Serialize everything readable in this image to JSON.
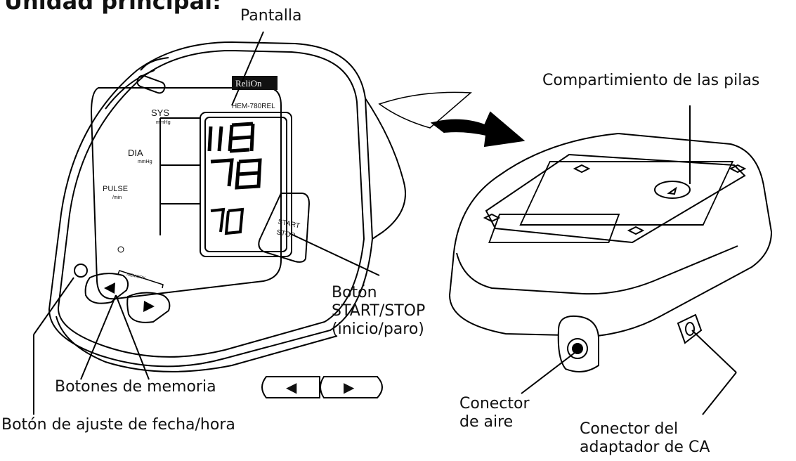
{
  "title": "Unidad principal:",
  "labels": {
    "display": "Pantalla",
    "battery": "Compartimiento de las pilas",
    "start_stop": "Botón\nSTART/STOP\n(inicio/paro)",
    "memory": "Botones de memoria",
    "datetime": "Botón de ajuste de fecha/hora",
    "air": "Conector\nde aire",
    "ac": "Conector del\nadaptador de CA"
  },
  "device": {
    "brand": "ReliOn",
    "model": "HEM-780REL",
    "sys_label": "SYS",
    "dia_label": "DIA",
    "pulse_label": "PULSE",
    "unit_mmhg": "mmHg",
    "unit_min": "/min",
    "sys_value": "118",
    "dia_value": "78",
    "pulse_value": "70",
    "start_label": "START",
    "stop_label": "STOP",
    "memory_label": "MEMORY"
  },
  "memory_icons": {
    "left": "left-arrow-icon",
    "right": "right-arrow-icon"
  }
}
